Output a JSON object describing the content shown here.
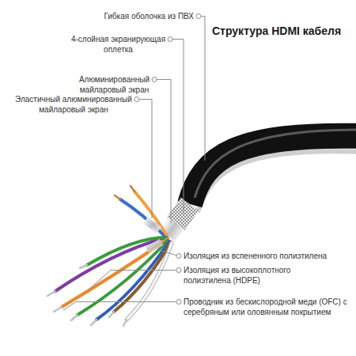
{
  "diagram": {
    "title": "Структура HDMI кабеля",
    "labels": [
      "Гибкая оболочка из ПВХ",
      "4-слойная экранирующая оплетка",
      "Алюминированный майларовый экран",
      "Эластичный алюминированный майларовый экран",
      "Изоляция из вспененного полиэтилена",
      "Изоляция из высокоплотного полиэтилена (HDPE)",
      "Проводник из бескислородной меди (OFC) с серебряным или оловянным покрытием"
    ]
  }
}
